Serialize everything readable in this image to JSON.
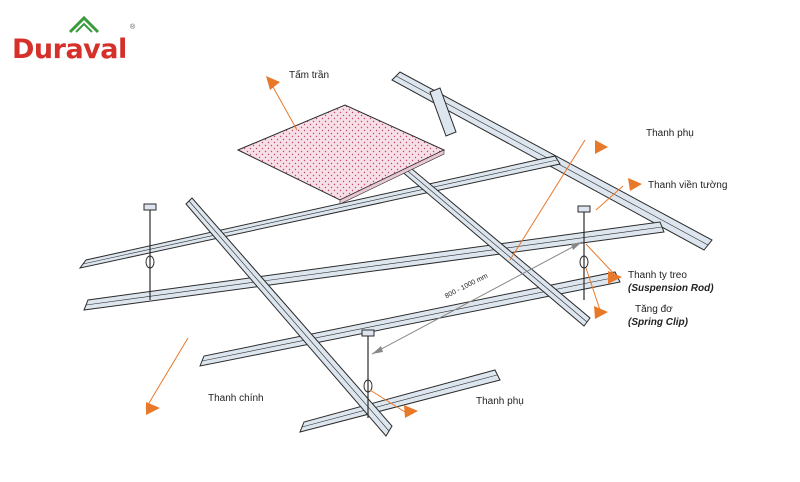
{
  "brand": {
    "name": "Duraval",
    "registered_mark": "®"
  },
  "labels": {
    "ceiling_tile": "Tấm trần",
    "cross_tee_top": "Thanh phụ",
    "wall_angle": "Thanh viền tường",
    "suspension_rod": "Thanh ty treo",
    "suspension_rod_en": "(Suspension Rod)",
    "spring_clip": "Tăng đơ",
    "spring_clip_en": "(Spring Clip)",
    "main_tee": "Thanh chính",
    "cross_tee_bottom": "Thanh phụ",
    "spacing": "800 - 1000 mm"
  },
  "colors": {
    "brand_red": "#d6302b",
    "brand_green": "#3a9a3c",
    "arrow_orange": "#e8792a",
    "rail_fill": "#dde6ee",
    "rail_stroke": "#2b2b2b",
    "tile_fill": "#f6dfe6",
    "dimension_line": "#888888"
  }
}
